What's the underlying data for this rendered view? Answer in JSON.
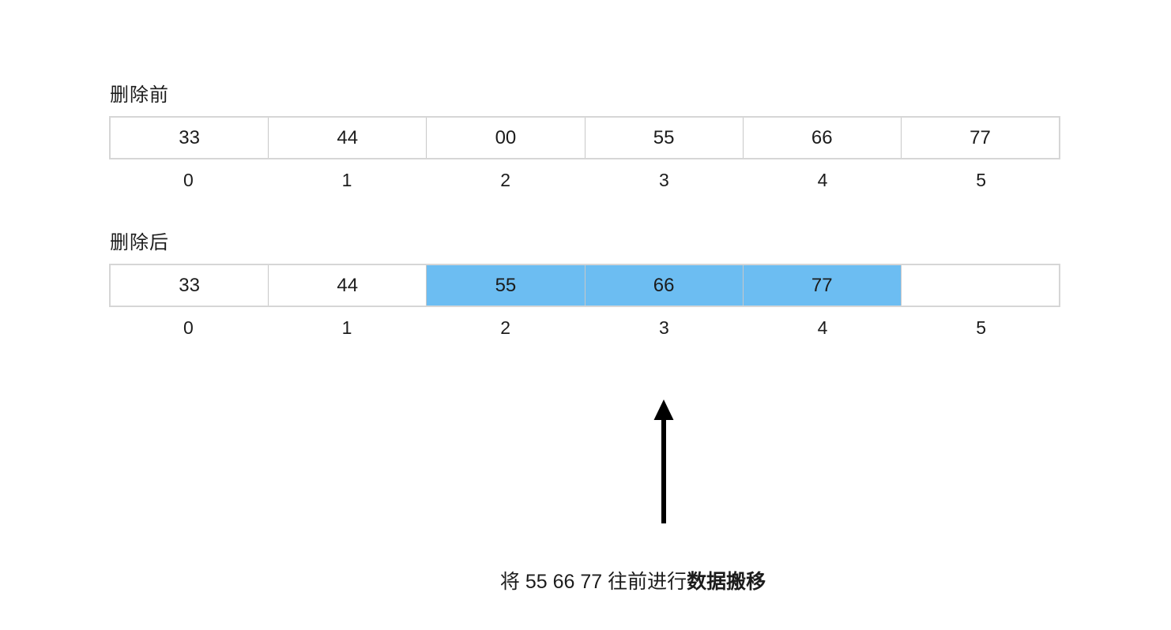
{
  "colors": {
    "highlight": "#6cbdf2",
    "array_border": "#d6d6d6",
    "cell_divider": "#c8c8c8",
    "text": "#1c1c1c",
    "arrow": "#000000"
  },
  "before": {
    "label": "删除前",
    "cells": [
      {
        "value": "33",
        "highlight": false
      },
      {
        "value": "44",
        "highlight": false
      },
      {
        "value": "00",
        "highlight": false
      },
      {
        "value": "55",
        "highlight": false
      },
      {
        "value": "66",
        "highlight": false
      },
      {
        "value": "77",
        "highlight": false
      }
    ],
    "indices": [
      "0",
      "1",
      "2",
      "3",
      "4",
      "5"
    ]
  },
  "after": {
    "label": "删除后",
    "cells": [
      {
        "value": "33",
        "highlight": false
      },
      {
        "value": "44",
        "highlight": false
      },
      {
        "value": "55",
        "highlight": true
      },
      {
        "value": "66",
        "highlight": true
      },
      {
        "value": "77",
        "highlight": true
      },
      {
        "value": "",
        "highlight": false
      }
    ],
    "indices": [
      "0",
      "1",
      "2",
      "3",
      "4",
      "5"
    ]
  },
  "arrow": {
    "direction": "up"
  },
  "caption": {
    "normal": "将 55 66 77 往前进行",
    "bold": "数据搬移"
  }
}
